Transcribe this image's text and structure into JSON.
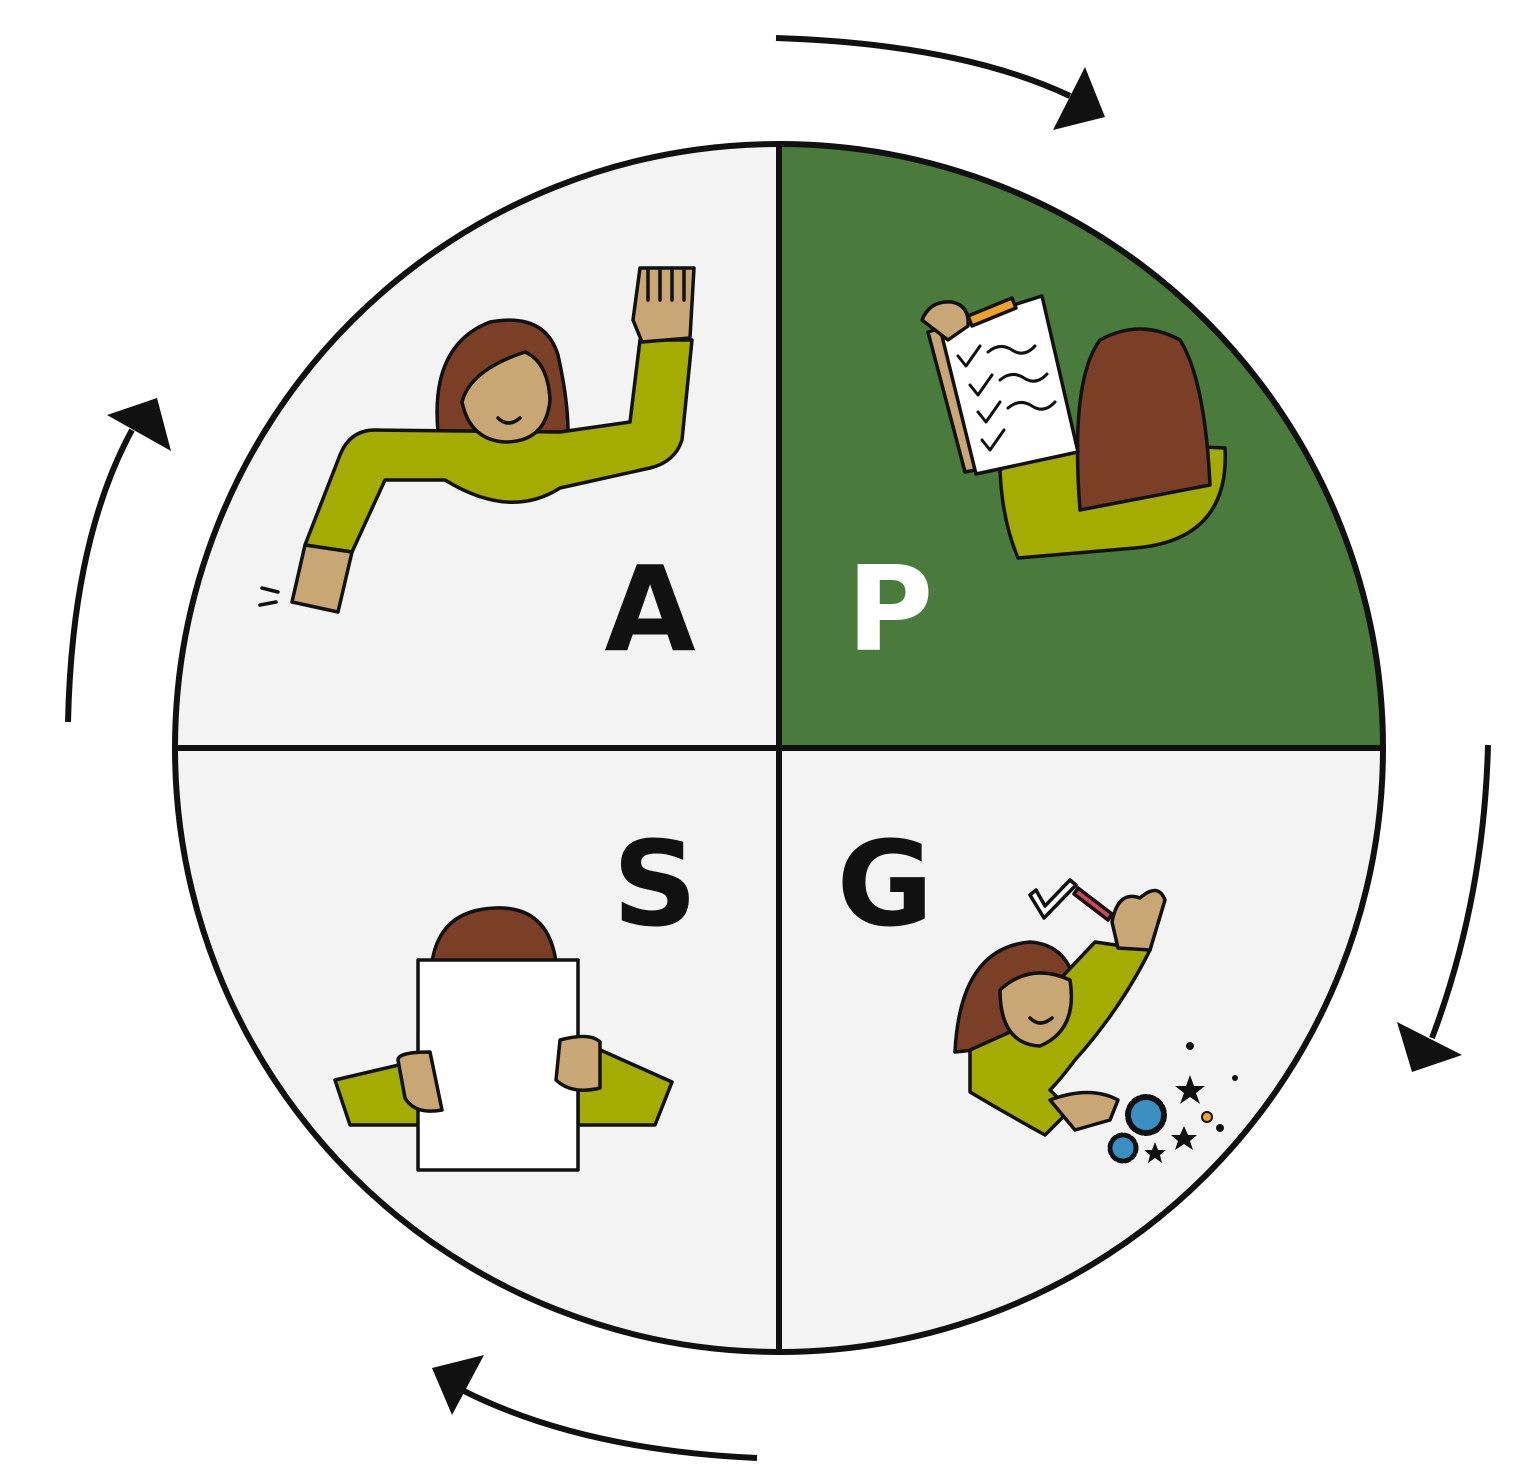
{
  "diagram": {
    "quadrants": [
      {
        "id": "p",
        "letter": "P",
        "fill": "#4a7a3c",
        "letter_color": "#ffffff",
        "figure": "figure-with-checklist"
      },
      {
        "id": "g",
        "letter": "G",
        "fill": "#f3f3f3",
        "letter_color": "#111111",
        "figure": "figure-with-gears"
      },
      {
        "id": "s",
        "letter": "S",
        "fill": "#f3f3f3",
        "letter_color": "#111111",
        "figure": "figure-holding-blank-sheet"
      },
      {
        "id": "a",
        "letter": "A",
        "fill": "#f3f3f3",
        "letter_color": "#111111",
        "figure": "figure-raising-fist"
      }
    ],
    "cycle_direction": "clockwise",
    "colors": {
      "outline": "#111111",
      "shirt": "#a5ac00",
      "skin": "#c9a775",
      "hair": "#7a3f26",
      "paper": "#ffffff",
      "gear": "#3a8fc0",
      "pencil": "#f0a22a"
    },
    "icons": [
      "clockwise-arrow-icon",
      "checklist-icon",
      "gear-icon",
      "blank-sheet-icon",
      "raised-fist-icon"
    ]
  }
}
